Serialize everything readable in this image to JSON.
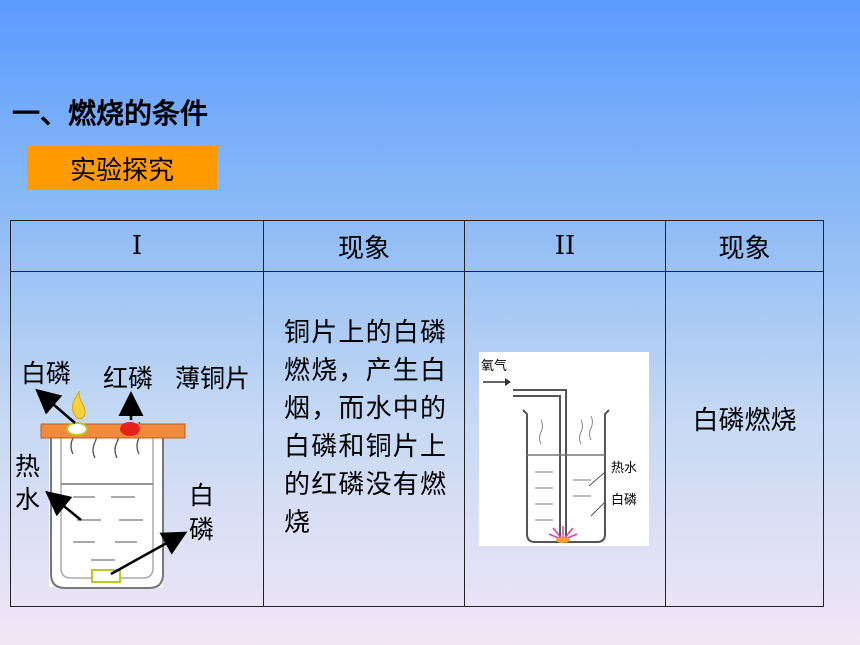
{
  "heading": "一、燃烧的条件",
  "badge": "实验探究",
  "table": {
    "headers": [
      "I",
      "现象",
      "II",
      "现象"
    ],
    "phenomenon_1": "铜片上的白磷燃烧，产生白烟，而水中的白磷和铜片上的红磷没有燃烧",
    "phenomenon_2": "白磷燃烧"
  },
  "figure1": {
    "label_white_p_top": "白磷",
    "label_red_p": "红磷",
    "label_copper": "薄铜片",
    "label_hot_water_1": "热",
    "label_hot_water_2": "水",
    "label_white_p_bottom_1": "白",
    "label_white_p_bottom_2": "磷"
  },
  "figure2": {
    "label_oxygen": "氧气",
    "label_hot_water": "热水",
    "label_white_p": "白磷"
  },
  "colors": {
    "badge": "#ff9a00",
    "copper_sheet": "#f08a3c",
    "red_phosphorus": "#e8201c",
    "flame": "#f5d23c"
  }
}
